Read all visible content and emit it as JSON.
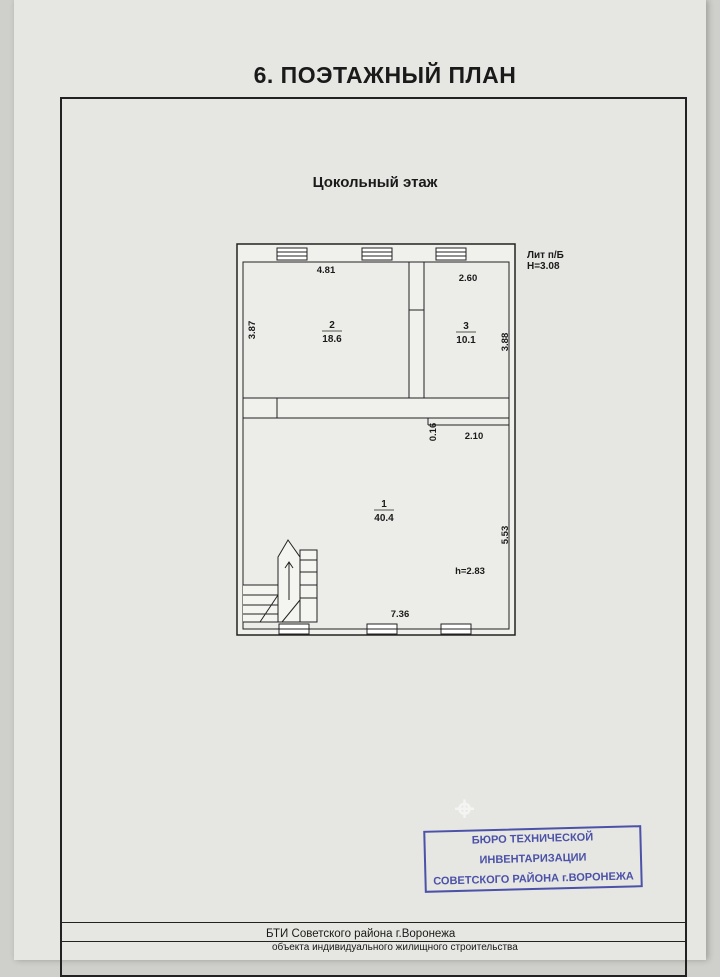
{
  "document": {
    "heading": "6. ПОЭТАЖНЫЙ ПЛАН",
    "subheading": "Цокольный этаж",
    "lit_label": "Лит п/Б",
    "height_label": "Н=3.08",
    "floor_height": "h=2.83"
  },
  "plan": {
    "rooms": [
      {
        "number": "1",
        "area": "40.4"
      },
      {
        "number": "2",
        "area": "18.6"
      },
      {
        "number": "3",
        "area": "10.1"
      }
    ],
    "dimensions": {
      "top_left": "4.81",
      "top_right": "2.60",
      "left_side": "3.87",
      "right_side": "3.88",
      "partition": "0.16",
      "ledge": "2.10",
      "lower_right": "5.53",
      "bottom": "7.36"
    }
  },
  "stamp": {
    "line1": "БЮРО ТЕХНИЧЕСКОЙ ИНВЕНТАРИЗАЦИИ",
    "line2": "СОВЕТСКОГО РАЙОНА г.ВОРОНЕЖА"
  },
  "footer": {
    "organization": "БТИ Советского района г.Воронежа",
    "object_type": "объекта индивидуального жилищного строительства"
  }
}
